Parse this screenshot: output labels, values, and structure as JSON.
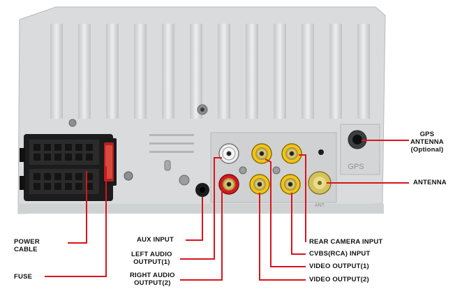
{
  "device_text": {
    "gps_port": "GPS",
    "ant_port": "ANT"
  },
  "labels": {
    "power_cable": "POWER\nCABLE",
    "fuse": "FUSE",
    "aux_input": "AUX INPUT",
    "left_audio": "LEFT AUDIO\nOUTPUT(1)",
    "right_audio": "RIGHT AUDIO\nOUTPUT(2)",
    "rear_camera": "REAR CAMERA INPUT",
    "cvbs": "CVBS(RCA) INPUT",
    "video_out_1": "VIDEO OUTPUT(1)",
    "video_out_2": "VIDEO OUTPUT(2)",
    "gps_antenna": "GPS\nANTENNA\n(Optional)",
    "antenna": "ANTENNA"
  },
  "colors": {
    "leader_line": "#d8141b",
    "chassis": "#d9dbdc",
    "rca_yellow": "#f2c417",
    "rca_red": "#d7191f",
    "connector_black": "#1c1c1c"
  }
}
